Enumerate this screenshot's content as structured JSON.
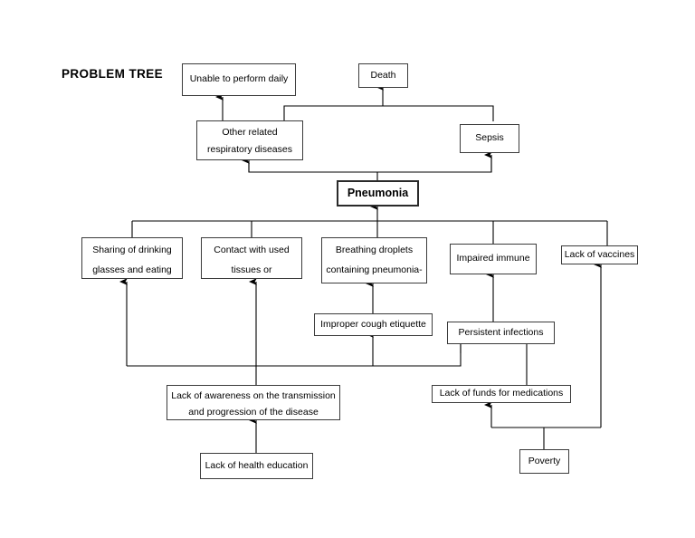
{
  "title": "PROBLEM TREE",
  "colors": {
    "line": "#000000",
    "box_border": "#3b3b3b",
    "emphasis_border": "#2a2a2a",
    "background": "#ffffff",
    "text": "#000000"
  },
  "nodes": {
    "unable_to_perform": {
      "lines": [
        "Unable to perform daily"
      ]
    },
    "death": {
      "lines": [
        "Death"
      ]
    },
    "other_respiratory": {
      "lines": [
        "Other related",
        "respiratory diseases"
      ]
    },
    "sepsis": {
      "lines": [
        "Sepsis"
      ]
    },
    "pneumonia": {
      "lines": [
        "Pneumonia"
      ]
    },
    "sharing_glasses": {
      "lines": [
        "Sharing of drinking",
        "glasses and eating"
      ]
    },
    "used_tissues": {
      "lines": [
        "Contact with used",
        "tissues or"
      ]
    },
    "breathing_droplets": {
      "lines": [
        "Breathing droplets",
        "containing pneumonia-"
      ]
    },
    "impaired_immune": {
      "lines": [
        "Impaired immune"
      ]
    },
    "lack_of_vaccines": {
      "lines": [
        "Lack of vaccines"
      ]
    },
    "improper_cough": {
      "lines": [
        "Improper cough etiquette"
      ]
    },
    "persistent_infections": {
      "lines": [
        "Persistent infections"
      ]
    },
    "lack_of_awareness": {
      "lines": [
        "Lack of awareness on the transmission",
        "and progression of the disease"
      ]
    },
    "lack_of_funds": {
      "lines": [
        "Lack of funds for medications"
      ]
    },
    "lack_health_education": {
      "lines": [
        "Lack of health education"
      ]
    },
    "poverty": {
      "lines": [
        "Poverty"
      ]
    }
  }
}
